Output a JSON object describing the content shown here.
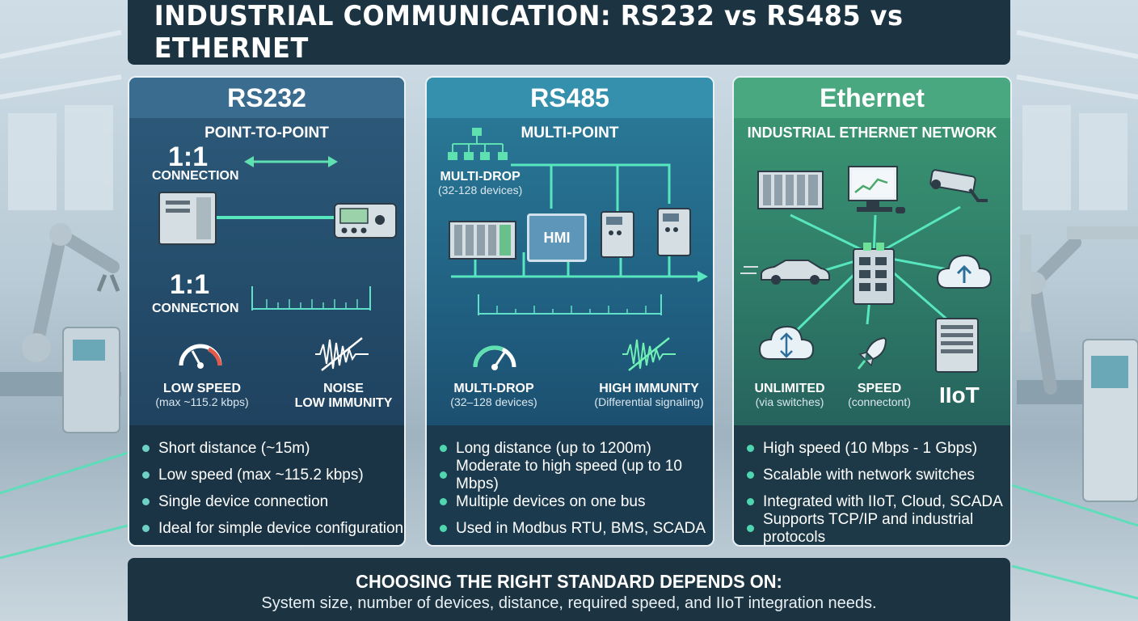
{
  "title": "INDUSTRIAL COMMUNICATION: RS232 vs RS485 vs ETHERNET",
  "panels": {
    "rs232": {
      "name": "RS232",
      "subtitle": "POINT-TO-POINT",
      "connection_ratio": "1:1",
      "connection_label": "CONNECTION",
      "connection_ratio_2": "1:1",
      "connection_label_2": "CONNECTION",
      "speed_label": "LOW SPEED",
      "speed_detail": "(max ~115.2 kbps)",
      "noise_label": "NOISE",
      "noise_label_2": "LOW IMMUNITY",
      "bullets": [
        "Short distance (~15m)",
        "Low speed (max ~115.2 kbps)",
        "Single device connection",
        "Ideal for simple device configuration"
      ]
    },
    "rs485": {
      "name": "RS485",
      "subtitle": "MULTI-POINT",
      "multidrop_label": "MULTI-DROP",
      "multidrop_detail": "(32-128 devices)",
      "hmi_label": "HMI",
      "multidrop_label_2": "MULTI-DROP",
      "multidrop_detail_2": "(32–128 devices)",
      "immunity_label": "HIGH IMMUNITY",
      "immunity_detail": "(Differential signaling)",
      "bullets": [
        "Long distance (up to 1200m)",
        "Moderate to high speed (up to 10 Mbps)",
        "Multiple devices on one bus",
        "Used in Modbus RTU, BMS, SCADA"
      ]
    },
    "ethernet": {
      "name": "Ethernet",
      "subtitle": "INDUSTRIAL ETHERNET NETWORK",
      "unlimited_label": "UNLIMITED",
      "unlimited_detail": "(via switches)",
      "speed_label": "SPEED",
      "speed_detail": "(connectont)",
      "iiot_label": "IIoT",
      "bullets": [
        "High speed (10 Mbps - 1 Gbps)",
        "Scalable with network switches",
        "Integrated with IIoT, Cloud, SCADA",
        "Supports TCP/IP and industrial protocols"
      ]
    }
  },
  "footer": {
    "heading": "CHOOSING THE RIGHT STANDARD DEPENDS ON:",
    "text": "System size, number of devices, distance, required speed, and IIoT integration needs."
  },
  "colors": {
    "accent_green": "#4fe0b4",
    "rs232_header": "#3a6c90",
    "rs485_header": "#3590ad",
    "ethernet_header": "#49a87f",
    "dark_bar": "#1c3442"
  }
}
